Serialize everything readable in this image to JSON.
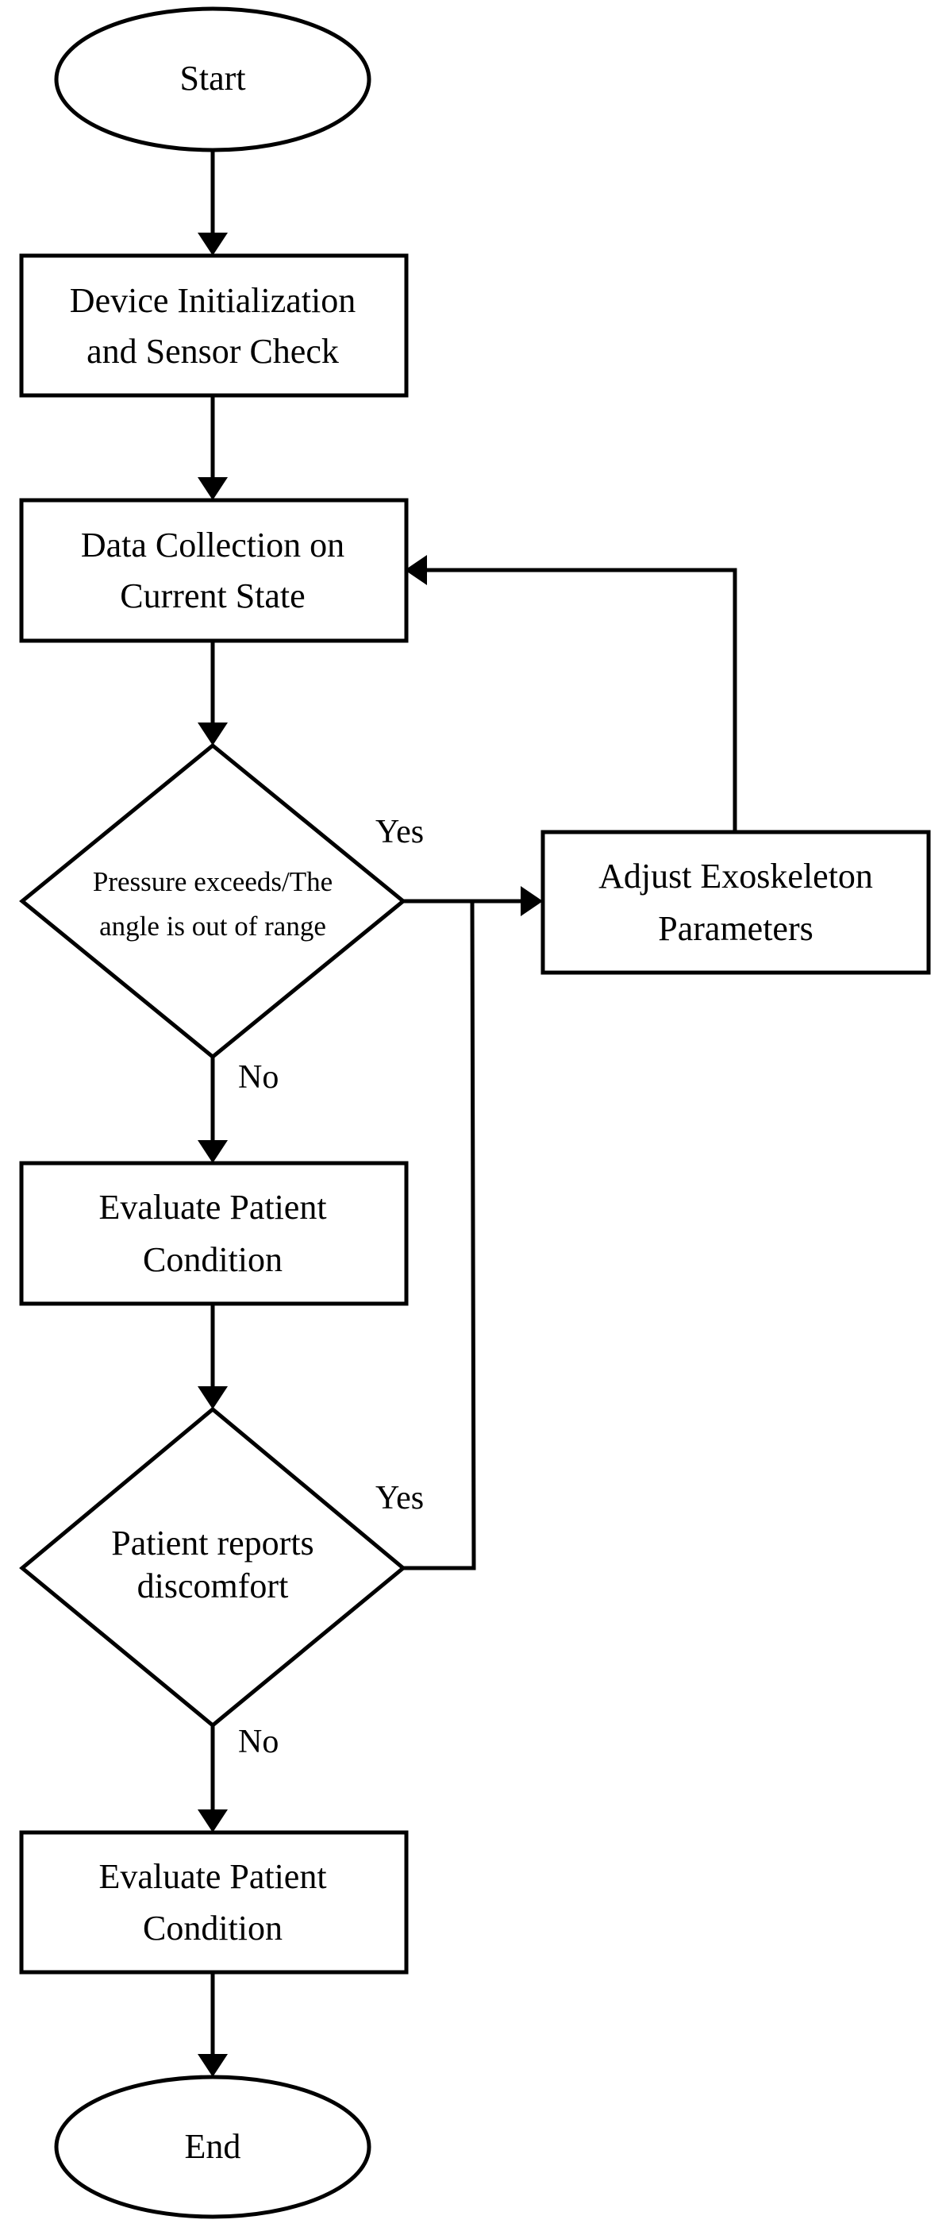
{
  "nodes": {
    "start": "Start",
    "init": [
      "Device Initialization",
      "and Sensor Check"
    ],
    "collect": [
      "Data Collection on",
      "Current State"
    ],
    "decision1": [
      "Pressure exceeds/The",
      "angle is out of range"
    ],
    "adjust": [
      "Adjust Exoskeleton",
      "Parameters"
    ],
    "evaluate1": [
      "Evaluate Patient",
      "Condition"
    ],
    "decision2": [
      "Patient reports",
      "discomfort"
    ],
    "evaluate2": [
      "Evaluate Patient",
      "Condition"
    ],
    "end": "End"
  },
  "edge_labels": {
    "d1_yes": "Yes",
    "d1_no": "No",
    "d2_yes": "Yes",
    "d2_no": "No"
  }
}
